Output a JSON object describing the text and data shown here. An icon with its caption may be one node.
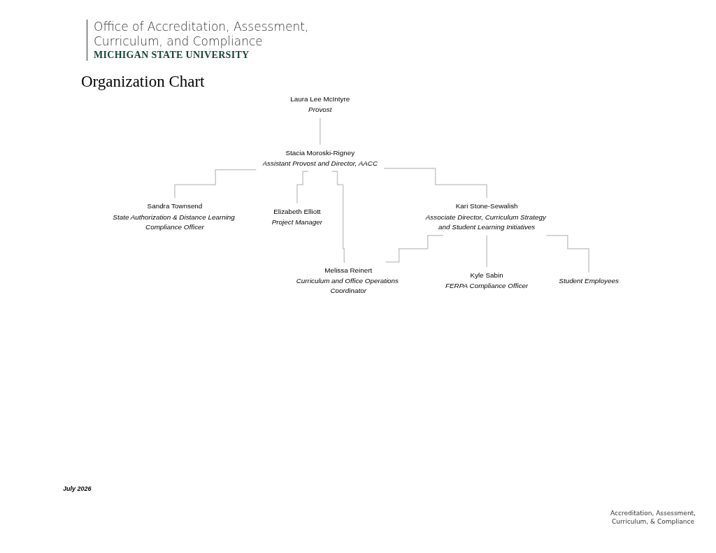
{
  "diagram": {
    "title": "Organization Chart",
    "nodes": [
      {
        "text": [
          "Laura Lee McIntyre",
          "Provost"
        ]
      },
      {
        "text": [
          "Stacia Moroski-Rigney",
          "Assistant Provost and Director, AACC"
        ]
      },
      {
        "text": [
          "Kari Stone-Sewalish",
          "Associate Director, Curriculum Strategy and Student Learning Initiatives"
        ]
      },
      {
        "text": [
          "Sandra Townsend",
          "State Authorization & Distance Learning Compliance Officer"
        ]
      },
      {
        "text": [
          "Elizabeth Elliott",
          "Project Manager"
        ]
      },
      {
        "text": [
          "Melissa Reinert",
          "Curriculum and Office Operations Coordinator"
        ]
      },
      {
        "text": [
          "Kyle Sabin",
          "FERPA Compliance Officer"
        ]
      },
      {
        "text": [
          "Student Employees"
        ]
      }
    ],
    "edges": [
      {
        "from": 0,
        "to": 1,
        "arrow": "none"
      },
      {
        "from": 1,
        "to": 2,
        "arrow": "none"
      },
      {
        "from": 1,
        "to": 3,
        "arrow": "none"
      },
      {
        "from": 1,
        "to": 4,
        "arrow": "none"
      },
      {
        "from": 1,
        "to": 5,
        "arrow": "none"
      },
      {
        "from": 2,
        "to": 5,
        "arrow": "none"
      },
      {
        "from": 2,
        "to": 6,
        "arrow": "none"
      },
      {
        "from": 2,
        "to": 7,
        "arrow": "none"
      }
    ],
    "labels": [
      "Office of Accreditation, Assessment, Curriculum, and Compliance",
      "MICHIGAN STATE UNIVERSITY",
      "July 2026",
      "Accreditation, Assessment, Curriculum, & Compliance"
    ]
  }
}
